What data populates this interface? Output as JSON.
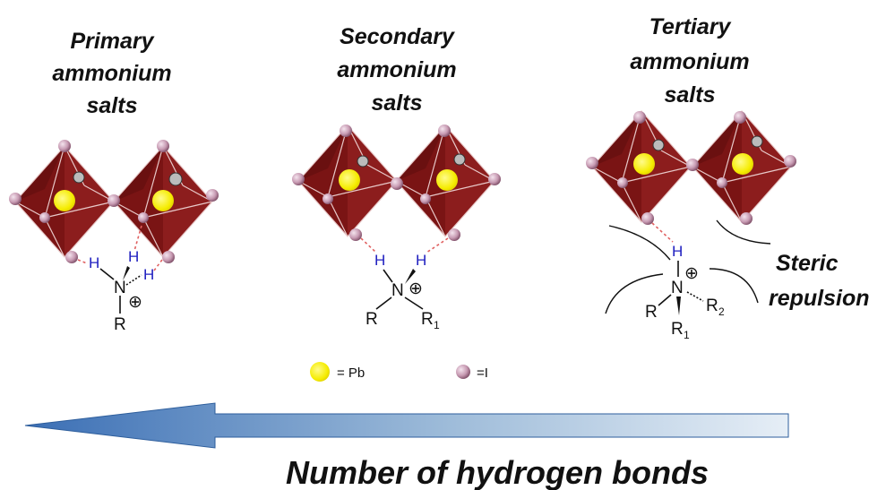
{
  "panels": {
    "primary": {
      "title_lines": [
        "Primary",
        "ammonium",
        "salts"
      ],
      "h_labels": [
        "H",
        "H",
        "H"
      ],
      "n_label": "N",
      "r_label": "R",
      "charge": "⊕"
    },
    "secondary": {
      "title_lines": [
        "Secondary",
        "ammonium",
        "salts"
      ],
      "h_labels": [
        "H",
        "H"
      ],
      "n_label": "N",
      "r_label": "R",
      "r1_label": "R",
      "r1_sub": "1",
      "charge": "⊕"
    },
    "tertiary": {
      "title_lines": [
        "Tertiary",
        "ammonium",
        "salts"
      ],
      "h_labels": [
        "H"
      ],
      "n_label": "N",
      "r_label": "R",
      "r1_label": "R",
      "r1_sub": "1",
      "r2_label": "R",
      "r2_sub": "2",
      "charge": "⊕",
      "steric_lines": [
        "Steric",
        "repulsion"
      ]
    }
  },
  "legend": {
    "pb_label": "= Pb",
    "i_label": "=I"
  },
  "arrow": {
    "label": "Number of hydrogen bonds"
  },
  "colors": {
    "octahedron": "#7a1414",
    "pb_atom": "#f5ec00",
    "i_atom": "#c79ab2",
    "hydrogen_label": "#2020c0",
    "h_bond": "#e06060",
    "arrow_dark": "#3b6fb5",
    "arrow_light": "#e6eef6"
  }
}
